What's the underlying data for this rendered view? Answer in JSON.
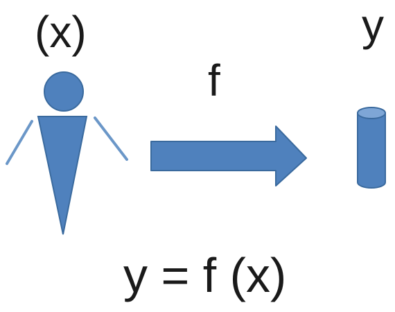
{
  "labels": {
    "input": "(x)",
    "output": "y",
    "function": "f",
    "equation": "y = f (x)"
  },
  "colors": {
    "shape_fill": "#4f81bd",
    "shape_stroke": "#3a6a9e",
    "arm_stroke": "#6b97c8",
    "cylinder_top": "#7ea6d6",
    "text": "#1a1a1a"
  },
  "icons": {
    "input": "person-icon",
    "mapping": "arrow-right-icon",
    "output": "cylinder-icon"
  }
}
